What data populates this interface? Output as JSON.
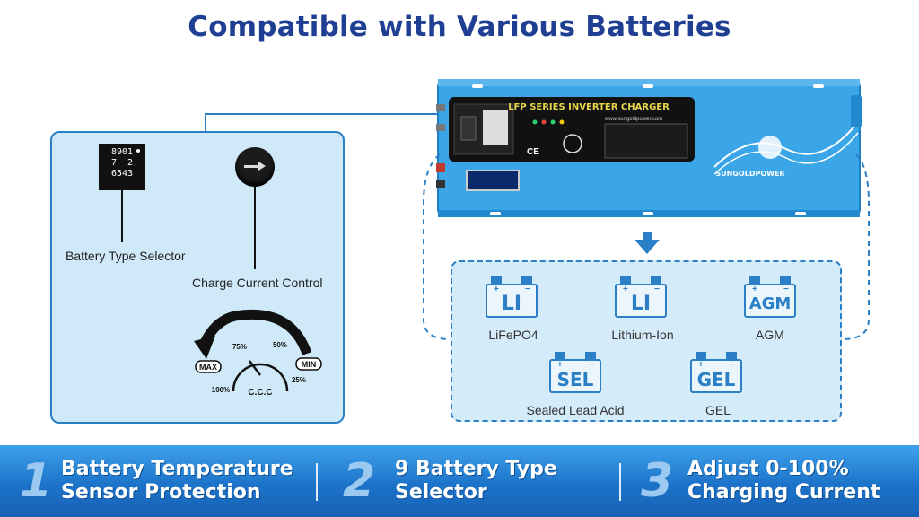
{
  "title": "Compatible with Various Batteries",
  "controls": {
    "battery_type_selector_label": "Battery Type Selector",
    "charge_current_control_label": "Charge Current Control",
    "dial_digits_top": "8901",
    "dial_digits_mid": "7  2",
    "dial_digits_bottom": "6543"
  },
  "gauge": {
    "max_label": "MAX",
    "min_label": "MIN",
    "ticks": [
      "75%",
      "50%",
      "100%",
      "25%"
    ],
    "center_label": "C.C.C"
  },
  "inverter": {
    "series_label": "LFP SERIES INVERTER CHARGER",
    "website": "www.sungoldpower.com",
    "brand": "SUNGOLDPOWER",
    "ce_mark": "CE",
    "color": "#3aa6e8"
  },
  "batteries": [
    {
      "code": "LI",
      "label": "LiFePO4"
    },
    {
      "code": "LI",
      "label": "Lithium-Ion"
    },
    {
      "code": "AGM",
      "label": "AGM"
    },
    {
      "code": "SEL",
      "label": "Sealed Lead Acid"
    },
    {
      "code": "GEL",
      "label": "GEL"
    }
  ],
  "features": [
    {
      "number": "1",
      "line1": "Battery Temperature",
      "line2": "Sensor Protection"
    },
    {
      "number": "2",
      "line1": "9 Battery Type",
      "line2": "Selector"
    },
    {
      "number": "3",
      "line1": "Adjust 0-100%",
      "line2": "Charging Current"
    }
  ],
  "colors": {
    "title": "#1f3f93",
    "accent": "#2a7fc7",
    "panel_bg": "#cfe9f9",
    "bottom_bar": "#1c73c9"
  }
}
